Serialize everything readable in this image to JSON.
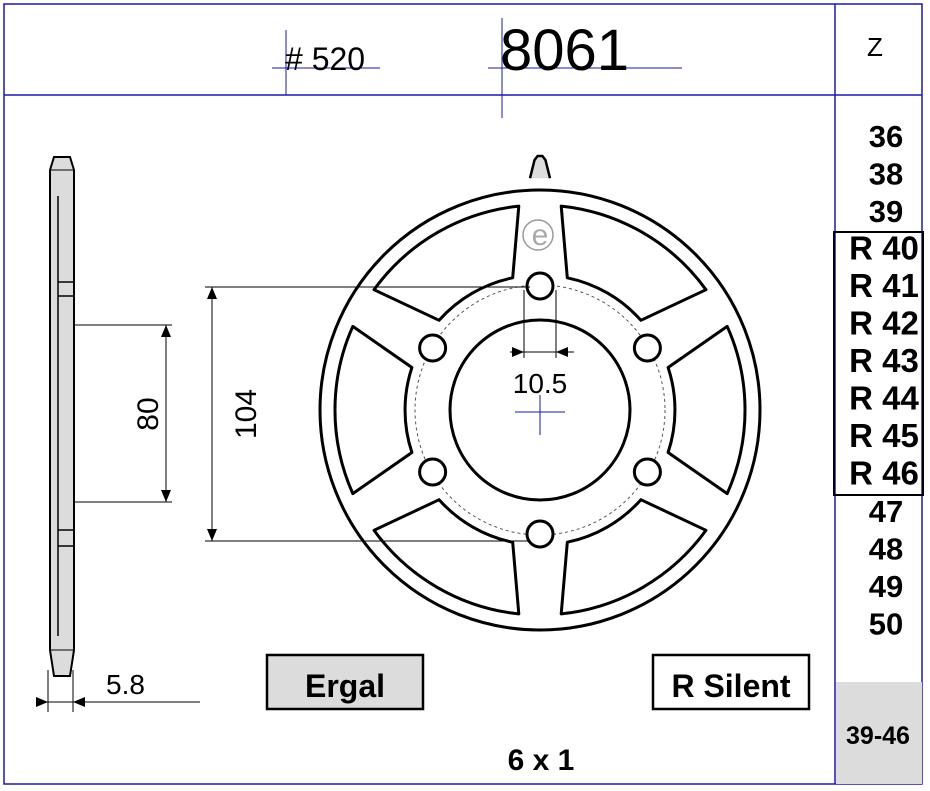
{
  "header": {
    "chain_pitch": "# 520",
    "part_number": "8061",
    "z_label": "Z"
  },
  "teeth_column": {
    "items": [
      "36",
      "38",
      "39",
      "R 40",
      "R 41",
      "R 42",
      "R 43",
      "R 44",
      "R 45",
      "R 46",
      "47",
      "48",
      "49",
      "50"
    ],
    "range": "39-46"
  },
  "dimensions": {
    "bolt_spacing": "80",
    "center_hole": "104",
    "bolt_hole": "10.5",
    "thickness": "5.8"
  },
  "labels": {
    "material": "Ergal",
    "variant": "R Silent",
    "bolts": "6 x 1"
  },
  "logo": "e",
  "sprocket": {
    "teeth": 40,
    "bolt_count": 6
  },
  "colors": {
    "frame": "#1a1aa8",
    "fill": "#dcdcdc",
    "line": "#000000"
  }
}
